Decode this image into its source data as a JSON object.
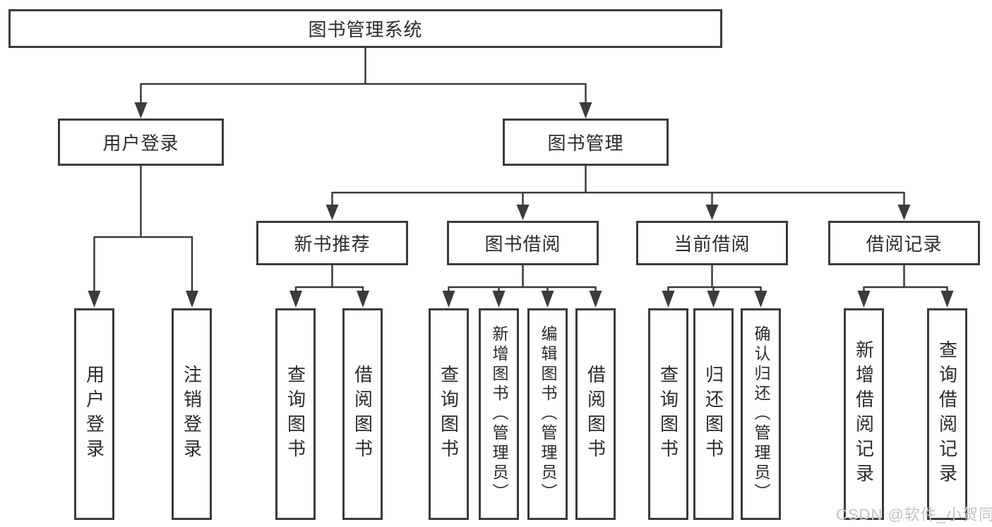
{
  "diagram": {
    "tree": {
      "root": {
        "label": "图书管理系统",
        "children": [
          {
            "label": "用户登录",
            "children": [
              {
                "label": "用户登录"
              },
              {
                "label": "注销登录"
              }
            ]
          },
          {
            "label": "图书管理",
            "children": [
              {
                "label": "新书推荐",
                "children": [
                  {
                    "label": "查询图书"
                  },
                  {
                    "label": "借阅图书"
                  }
                ]
              },
              {
                "label": "图书借阅",
                "children": [
                  {
                    "label": "查询图书"
                  },
                  {
                    "label": "新增图书（管理员）"
                  },
                  {
                    "label": "编辑图书（管理员）"
                  },
                  {
                    "label": "借阅图书"
                  }
                ]
              },
              {
                "label": "当前借阅",
                "children": [
                  {
                    "label": "查询图书"
                  },
                  {
                    "label": "归还图书"
                  },
                  {
                    "label": "确认归还（管理员）"
                  }
                ]
              },
              {
                "label": "借阅记录",
                "children": [
                  {
                    "label": "新增借阅记录"
                  },
                  {
                    "label": "查询借阅记录"
                  }
                ]
              }
            ]
          }
        ]
      }
    },
    "colors": {
      "line": "#3b3b3b",
      "text": "#2b2b2b",
      "box_background": "#ffffff",
      "watermark": "#c3c3c3"
    }
  },
  "watermark": {
    "text": "CSDN @软件_小贺同学"
  }
}
